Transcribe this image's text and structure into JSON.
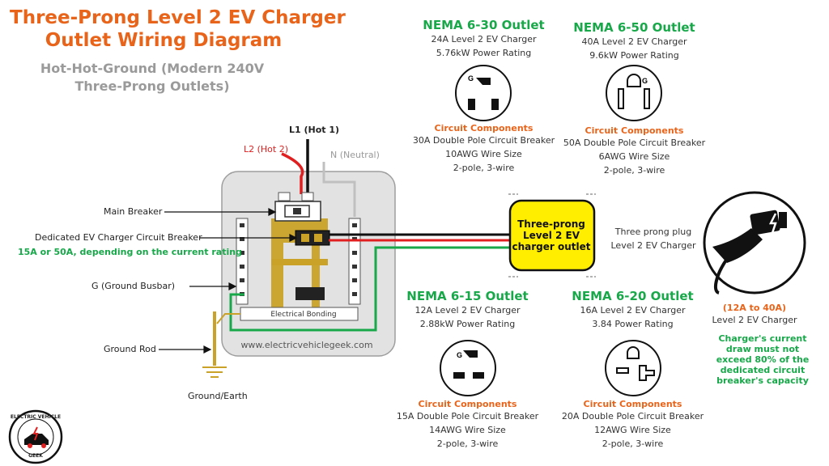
{
  "header": {
    "title_line1": "Three-Prong Level 2 EV Charger",
    "title_line2": "Outlet Wiring Diagram",
    "subtitle": "Hot-Hot-Ground (Modern 240V Three-Prong Outlets)"
  },
  "outlets": [
    {
      "name": "NEMA 6-30 Outlet",
      "charger": "24A Level 2 EV Charger",
      "power": "5.76kW Power Rating",
      "components_title": "Circuit Components",
      "breaker": "30A Double Pole Circuit Breaker",
      "wire": "10AWG Wire Size",
      "poles": "2-pole, 3-wire"
    },
    {
      "name": "NEMA 6-50 Outlet",
      "charger": "40A Level 2 EV Charger",
      "power": "9.6kW Power Rating",
      "components_title": "Circuit Components",
      "breaker": "50A Double Pole Circuit Breaker",
      "wire": "6AWG Wire Size",
      "poles": "2-pole, 3-wire"
    },
    {
      "name": "NEMA 6-15 Outlet",
      "charger": "12A Level 2 EV Charger",
      "power": "2.88kW Power Rating",
      "components_title": "Circuit Components",
      "breaker": "15A Double Pole Circuit Breaker",
      "wire": "14AWG Wire Size",
      "poles": "2-pole, 3-wire"
    },
    {
      "name": "NEMA 6-20 Outlet",
      "charger": "16A Level 2 EV Charger",
      "power": "3.84 Power Rating",
      "components_title": "Circuit Components",
      "breaker": "20A Double Pole Circuit Breaker",
      "wire": "12AWG Wire Size",
      "poles": "2-pole, 3-wire"
    }
  ],
  "wires": {
    "l1": "L1 (Hot 1)",
    "l2": "L2 (Hot 2)",
    "neutral": "N (Neutral)"
  },
  "panel": {
    "main_breaker": "Main Breaker",
    "ev_breaker": "Dedicated EV Charger Circuit Breaker",
    "ev_breaker_note": "15A or 50A, depending on the current rating",
    "ground_busbar": "G (Ground Busbar)",
    "ground_rod": "Ground Rod",
    "ground_earth": "Ground/Earth",
    "bonding": "Electrical Bonding",
    "website": "www.electricvehiclegeek.com",
    "outlet_box": "Three-prong Level 2 EV charger outlet"
  },
  "plug": {
    "line1": "Three prong plug",
    "line2": "Level 2 EV Charger",
    "range": "(12A to 40A)",
    "range_label": "Level 2 EV Charger",
    "note": "Charger's current draw must not exceed 80% of the dedicated circuit breaker's capacity"
  },
  "logo": {
    "top_text": "ELECTRIC VEHICLE",
    "bottom_text": "GEEK"
  },
  "colors": {
    "title": "#e8641a",
    "heading": "#18a84a",
    "hot1": "#111111",
    "hot2": "#e02020",
    "ground": "#18a84a",
    "neutral": "#bbbbbb",
    "busbar": "#c9a227",
    "outlet_box": "#ffee00"
  }
}
